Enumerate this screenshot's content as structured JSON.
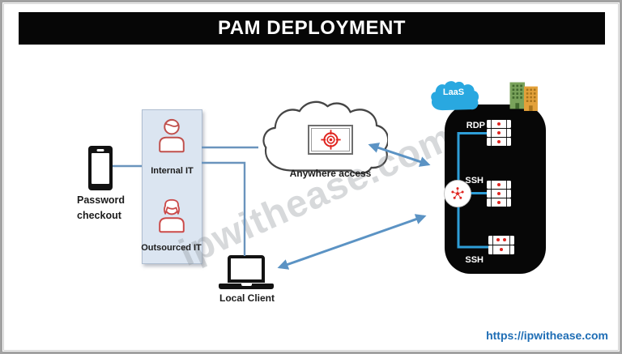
{
  "title": "PAM DEPLOYMENT",
  "watermark": "ipwithease.com",
  "footer": {
    "url_label": "https://ipwithease.com"
  },
  "nodes": {
    "password_checkout": {
      "label": "Password\ncheckout",
      "icon": "smartphone-icon"
    },
    "it_users": {
      "internal": {
        "label": "Internal IT",
        "icon": "male-user-icon"
      },
      "outsourced": {
        "label": "Outsourced IT",
        "icon": "female-user-icon"
      }
    },
    "anywhere_access": {
      "label": "Anywhere access",
      "icon": "cloud-with-remote-screen-icon"
    },
    "local_client": {
      "label": "Local Client",
      "icon": "laptop-icon"
    },
    "pam_host": {
      "iaas_tag": "LaaS",
      "icons": [
        "cloud-icon",
        "datacenter-buildings-icon",
        "session-hub-icon"
      ],
      "stacks": [
        {
          "protocol": "RDP",
          "rows": [
            1,
            1,
            1
          ]
        },
        {
          "protocol": "SSH",
          "rows": [
            1,
            1,
            1
          ]
        },
        {
          "protocol": "SSH",
          "rows": [
            2,
            1
          ]
        }
      ]
    }
  },
  "colors": {
    "line_blue": "#5b93c4",
    "inner_link_blue": "#2e9ed8",
    "panel_blue": "#dbe5f1",
    "accent_red": "#c0504d",
    "target_red": "#e0241f",
    "laas_cloud_blue": "#29a8e0",
    "building_green": "#79a25b",
    "building_orange": "#e3a13a",
    "url_blue": "#1e6db5"
  }
}
